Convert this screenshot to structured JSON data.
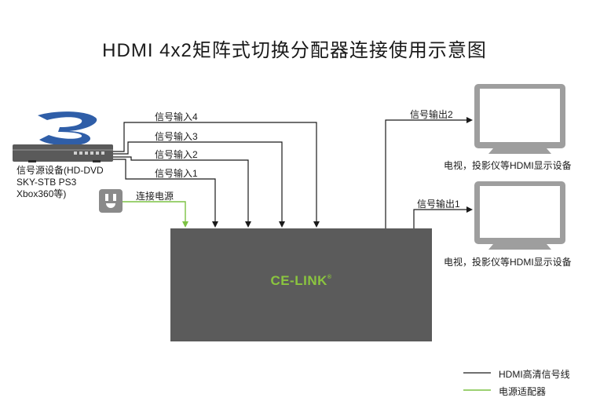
{
  "title": "HDMI 4x2矩阵式切换分配器连接使用示意图",
  "source": {
    "label_line1": "信号源设备(HD-DVD",
    "label_line2": "SKY-STB  PS3",
    "label_line3": "Xbox360等)",
    "player_icon": "bluray-player-icon"
  },
  "power": {
    "label": "连接电源",
    "icon": "power-adapter-icon"
  },
  "inputs": [
    "信号输入4",
    "信号输入3",
    "信号输入2",
    "信号输入1"
  ],
  "outputs": [
    "信号输出2",
    "信号输出1"
  ],
  "device": {
    "brand": "CE-LINK",
    "mark": "®"
  },
  "displays": [
    {
      "label": "电视，投影仪等HDMI显示设备",
      "icon": "monitor-icon"
    },
    {
      "label": "电视，投影仪等HDMI显示设备",
      "icon": "monitor-icon"
    }
  ],
  "legend": {
    "hdmi": "HDMI高清信号线",
    "power": "电源适配器"
  },
  "colors": {
    "hdmi_line": "#1a1a1a",
    "power_line": "#7cc243",
    "device_body": "#5b5b5b",
    "brand": "#8bc53f",
    "monitor_frame": "#9e9e9e"
  }
}
